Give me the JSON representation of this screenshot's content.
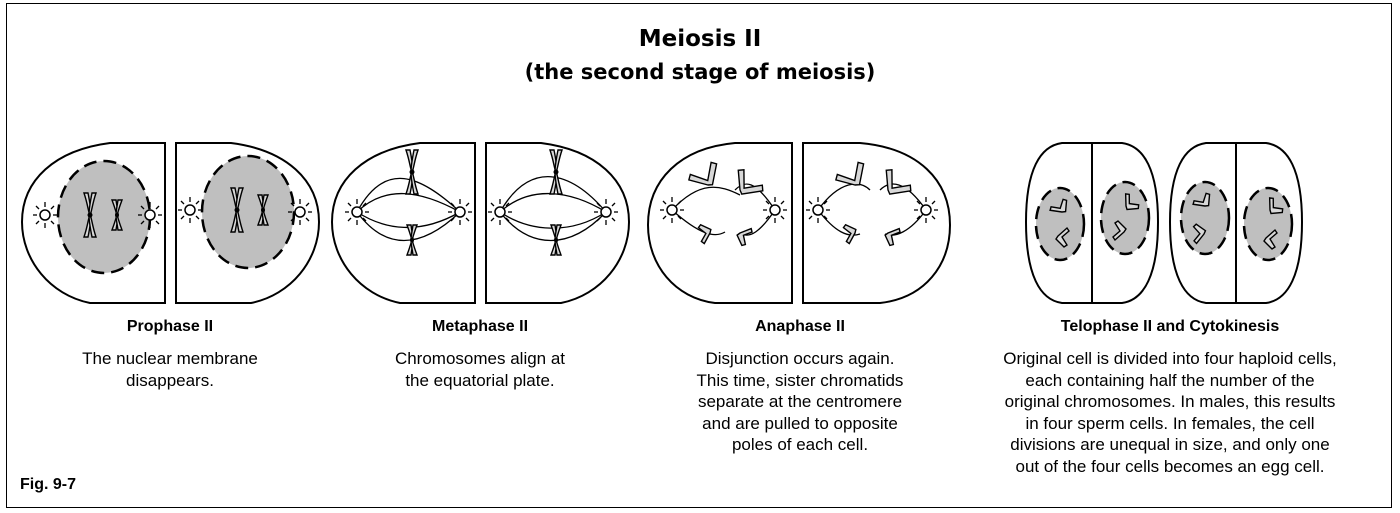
{
  "title": "Meiosis II",
  "subtitle": "(the second stage of meiosis)",
  "stages": [
    {
      "name": "Prophase II",
      "description": [
        "The nuclear membrane",
        "disappears."
      ]
    },
    {
      "name": "Metaphase II",
      "description": [
        "Chromosomes align at",
        "the equatorial plate."
      ]
    },
    {
      "name": "Anaphase II",
      "description": [
        "Disjunction occurs again.",
        "This time, sister chromatids",
        "separate at the centromere",
        "and are pulled to opposite",
        "poles of each cell."
      ]
    },
    {
      "name": "Telophase II and Cytokinesis",
      "description": [
        "Original cell is divided into four haploid cells,",
        "each containing half the number of the",
        "original chromosomes. In males, this results",
        "in four sperm cells. In females, the cell",
        "divisions are unequal in size, and only one",
        "out of the four cells becomes an egg cell."
      ]
    }
  ],
  "figure_label": "Fig. 9-7"
}
